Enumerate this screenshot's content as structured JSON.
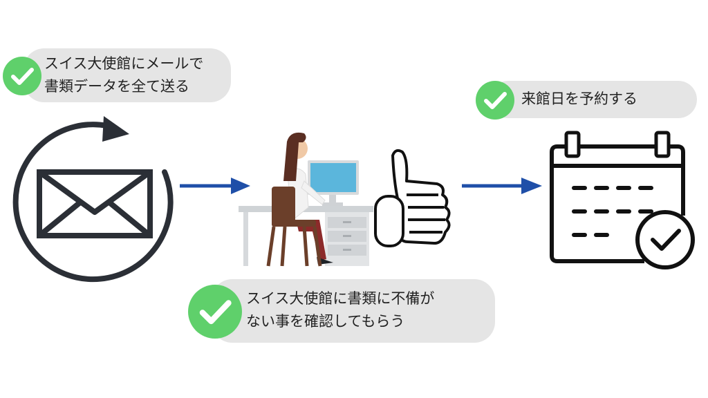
{
  "steps": [
    {
      "text": "スイス大使館にメールで\n書類データを全て送る"
    },
    {
      "text": "スイス大使館に書類に不備が\nない事を確認してもらう"
    },
    {
      "text": "来館日を予約する"
    }
  ],
  "colors": {
    "check": "#5fd06b",
    "pill": "#e5e5e5",
    "arrow": "#1f4fa8",
    "icon": "#2b2f36"
  },
  "icons": [
    "email-resend-icon",
    "office-worker-illustration",
    "thumbs-up-icon",
    "calendar-check-icon",
    "arrow-right-icon",
    "checkmark-icon"
  ]
}
